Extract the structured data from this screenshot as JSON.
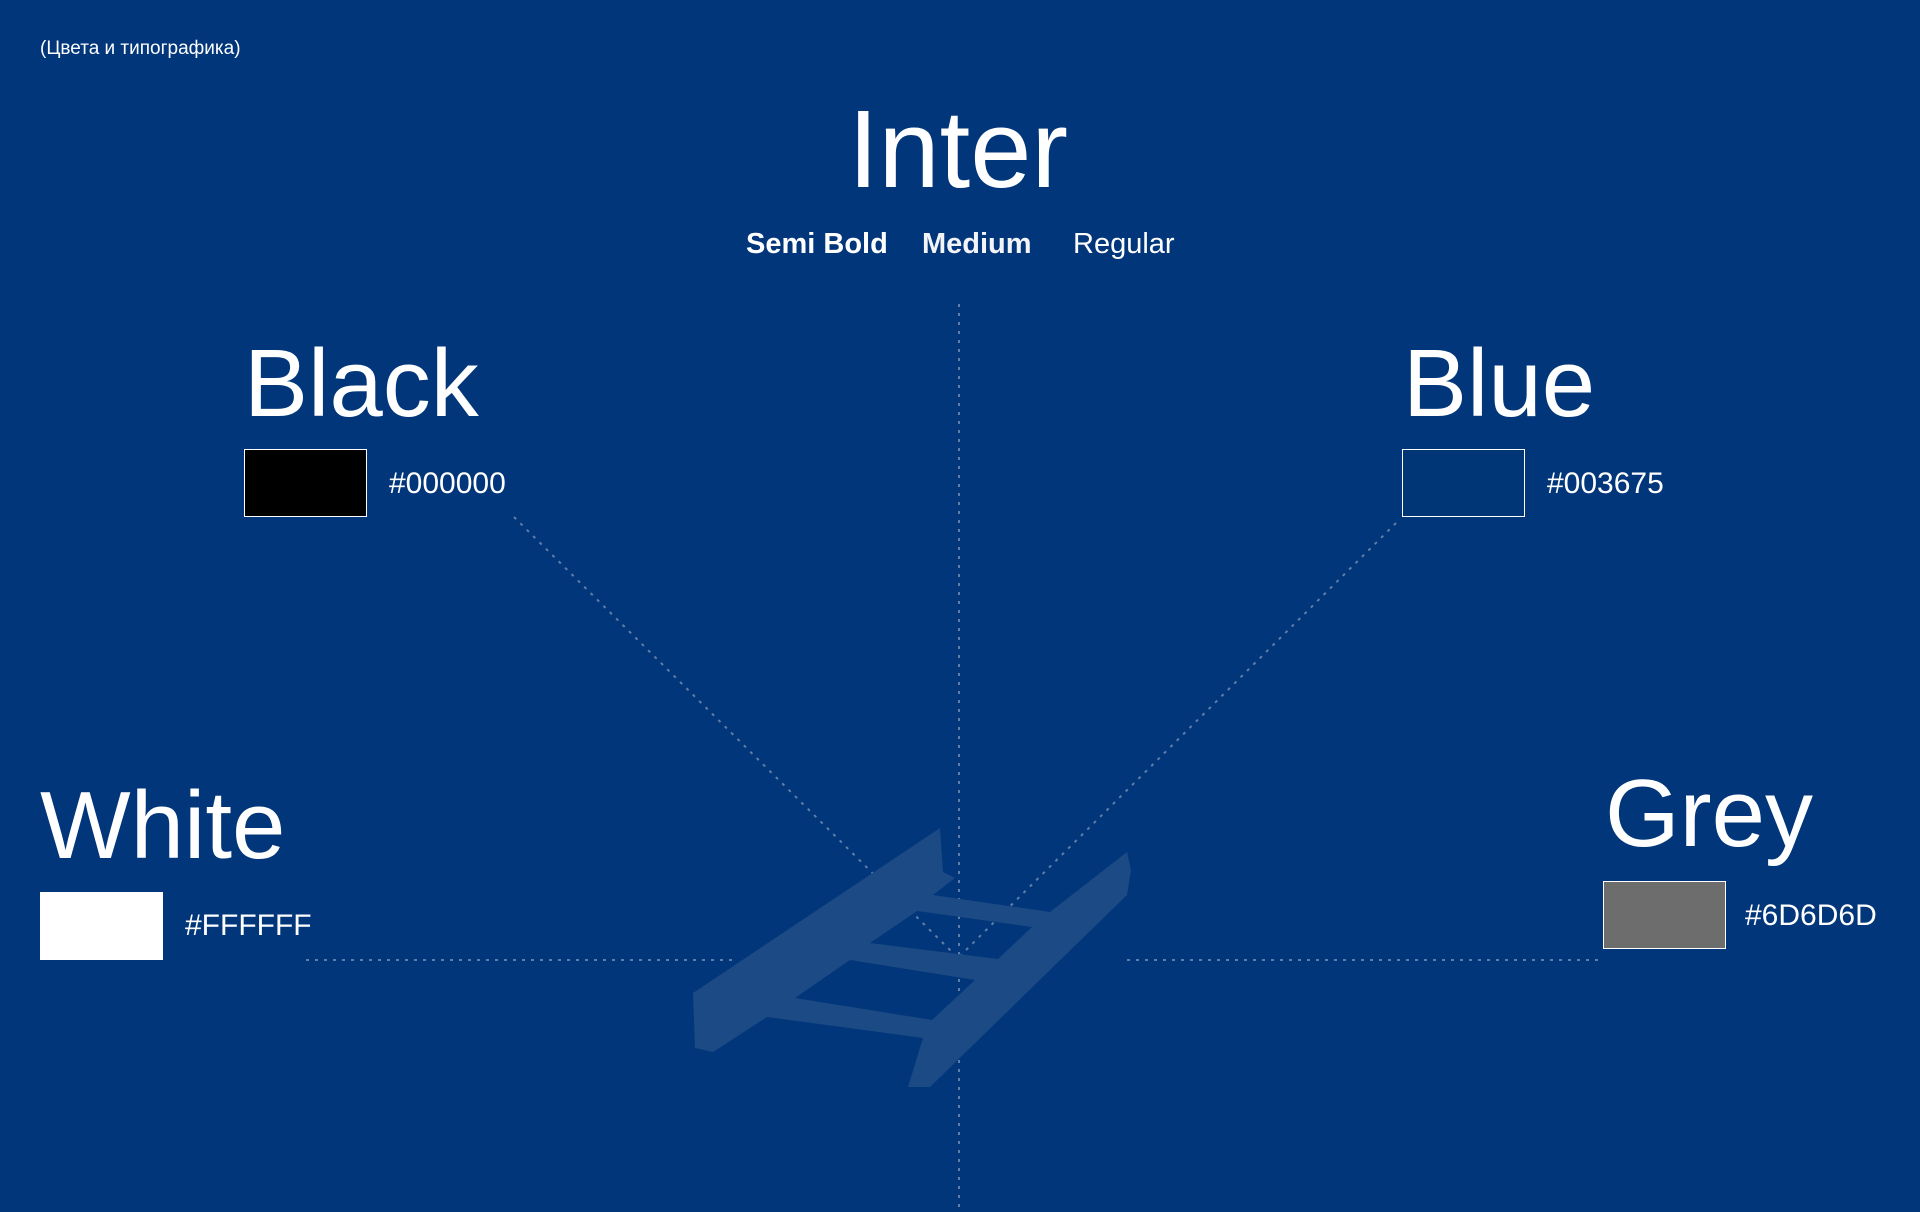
{
  "header": {
    "subtitle": "(Цвета и типографика)"
  },
  "typography": {
    "font_name": "Inter",
    "weights": [
      "Semi Bold",
      "Medium",
      "Regular"
    ]
  },
  "colors": [
    {
      "name": "Black",
      "hex": "#000000",
      "swatch": "#000000"
    },
    {
      "name": "Blue",
      "hex": "#003675",
      "swatch": "#003675"
    },
    {
      "name": "White",
      "hex": "#FFFFFF",
      "swatch": "#FFFFFF"
    },
    {
      "name": "Grey",
      "hex": "#6D6D6D",
      "swatch": "#6D6D6D"
    }
  ],
  "theme": {
    "background": "#02367a",
    "illustration": "#1b4a85",
    "guide_lines": "#5f7fa8"
  }
}
